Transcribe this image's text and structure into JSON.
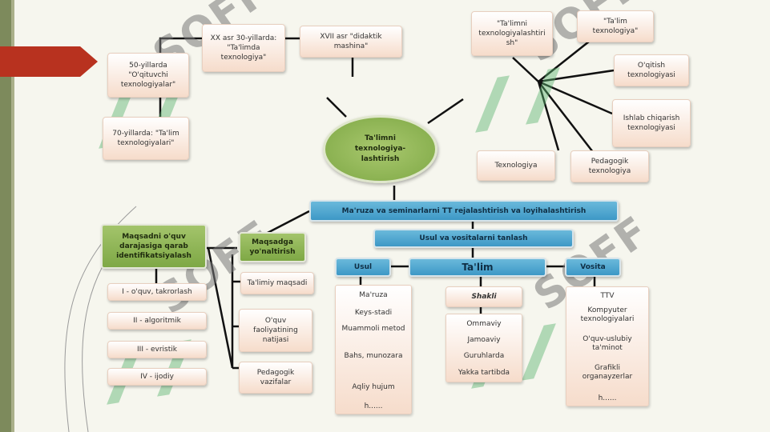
{
  "center": "Ta'limni texnologiya-lashtirish",
  "history": {
    "xx_asr": "XX asr 30-yillarda: \"Ta'limda texnologiya\"",
    "xvii_asr": "XVII asr \"didaktik mashina\"",
    "y50": "50-yillarda \"O'qituvchi texnologiyalar\"",
    "y70": "70-yillarda: \"Ta'lim texnologiyalari\""
  },
  "types": {
    "talimni": "\"Ta'limni texnologiyalashtiri sh\"",
    "talim": "\"Ta'lim texnologiya\"",
    "oqitish": "O'qitish texnologiyasi",
    "ishlab": "Ishlab chiqarish texnologiyasi",
    "texnologiya": "Texnologiya",
    "pedagogik": "Pedagogik texnologiya"
  },
  "maruza": "Ma'ruza va seminarlarni TT rejalashtirish va loyihalashtirish",
  "usul_vosita": "Usul va vositalarni tanlash",
  "usul": "Usul",
  "talim_main": "Ta'lim",
  "vosita": "Vosita",
  "usul_items": [
    "Ma'ruza",
    "Keys-stadi",
    "Muammoli metod",
    "Bahs, munozara",
    "Aqliy hujum",
    "h......"
  ],
  "shakli": {
    "title": "Shakli",
    "items": [
      "Ommaviy",
      "Jamoaviy",
      "Guruhlarda",
      "Yakka tartibda"
    ]
  },
  "vosita_items": [
    "TTV",
    "Kompyuter texnologiyalari",
    "O'quv-uslubiy ta'minot",
    "Grafikli organayzerlar",
    "h......"
  ],
  "maqsad": "Maqsadni o'quv darajasiga qarab identifikatsiyalash",
  "levels": [
    "I - o'quv, takrorlash",
    "II - algoritmik",
    "III - evristik",
    "IV - ijodiy"
  ],
  "maqsadga": "Maqsadga yo'naltirish",
  "goals": [
    "Ta'limiy maqsadi",
    "O'quv faoliyatining natijasi",
    "Pedagogik vazifalar"
  ],
  "watermark": "SOFF",
  "colors": {
    "accent_red": "#b8321f",
    "green": "#8db554",
    "blue": "#4aa3d0"
  }
}
